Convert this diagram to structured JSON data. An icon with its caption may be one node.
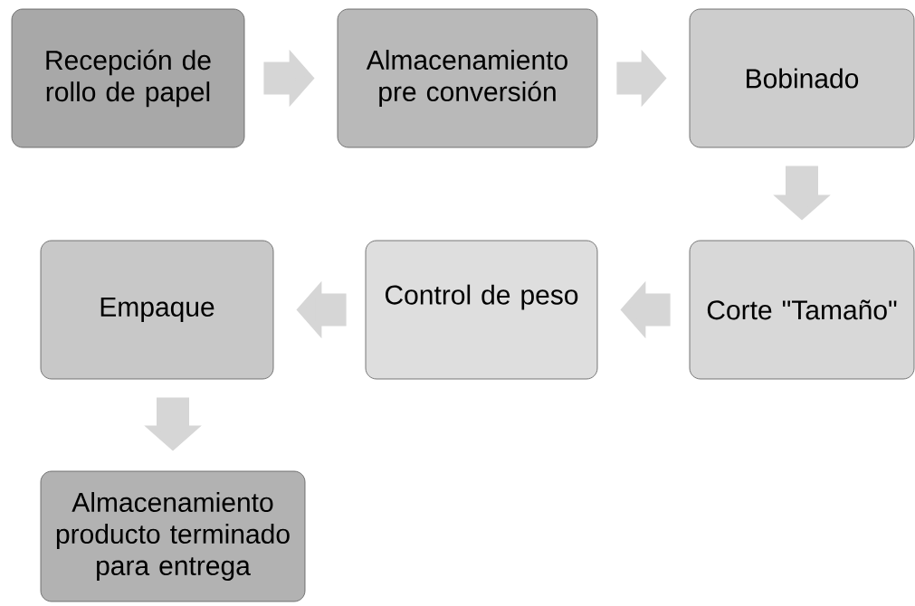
{
  "diagram": {
    "nodes": [
      {
        "text": [
          "Recepción de rollo de papel"
        ]
      },
      {
        "text": [
          "Almacenamiento pre conversión"
        ]
      },
      {
        "text": [
          "Bobinado"
        ]
      },
      {
        "text": [
          "Corte \"Tamaño\""
        ]
      },
      {
        "text": [
          "Control de peso"
        ]
      },
      {
        "text": [
          "Empaque"
        ]
      },
      {
        "text": [
          "Almacenamiento producto terminado para entrega"
        ]
      }
    ],
    "edges": [
      {
        "from": 0,
        "to": 1,
        "arrow": "to"
      },
      {
        "from": 1,
        "to": 2,
        "arrow": "to"
      },
      {
        "from": 2,
        "to": 3,
        "arrow": "to"
      },
      {
        "from": 3,
        "to": 4,
        "arrow": "to"
      },
      {
        "from": 4,
        "to": 5,
        "arrow": "to"
      },
      {
        "from": 5,
        "to": 6,
        "arrow": "to"
      }
    ]
  }
}
